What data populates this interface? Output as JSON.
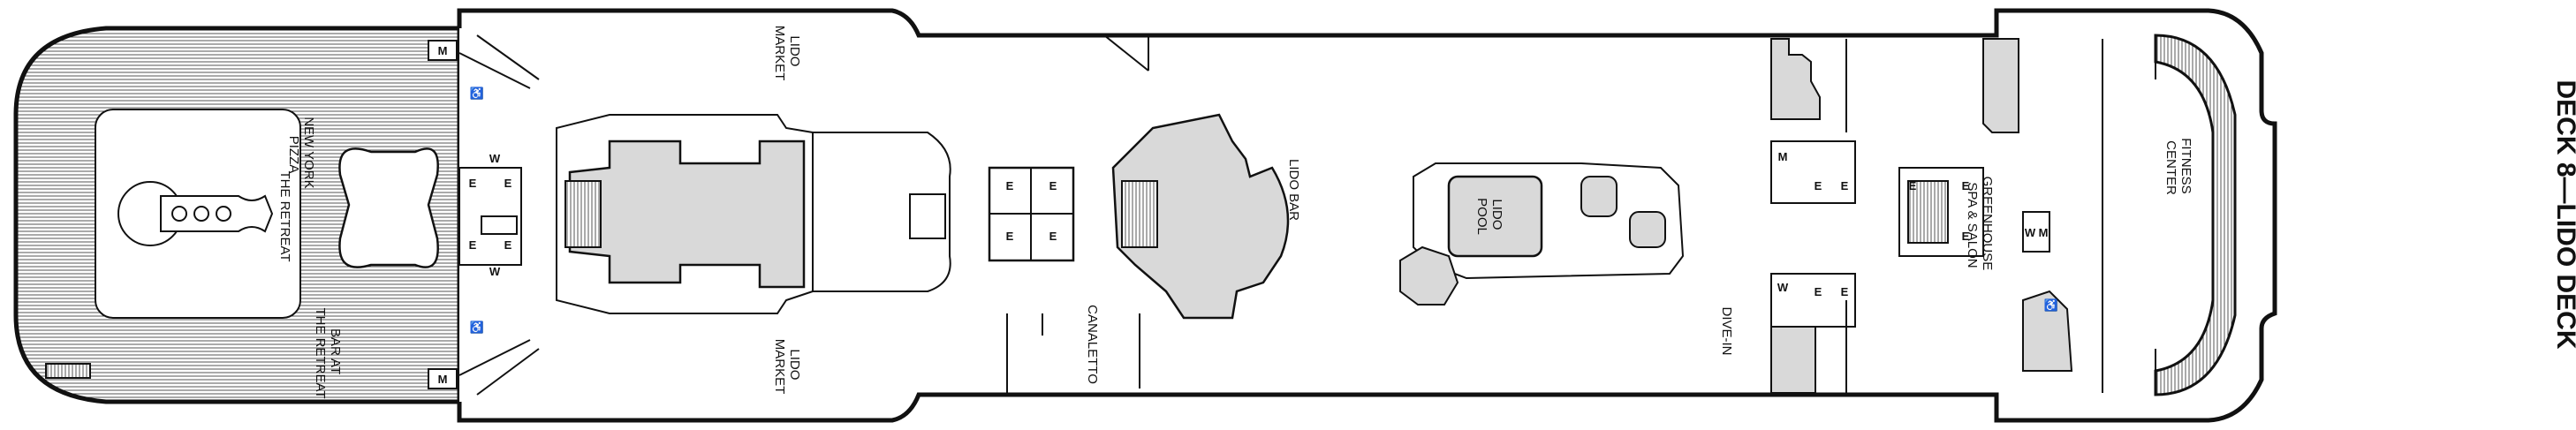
{
  "deck_title": "DECK 8—LIDO DECK",
  "labels": {
    "new_york_pizza": [
      "NEW YORK",
      "PIZZA"
    ],
    "the_retreat": "THE RETREAT",
    "bar_at_the_retreat": [
      "BAR AT",
      "THE RETREAT"
    ],
    "lido_market_top": [
      "LIDO",
      "MARKET"
    ],
    "lido_market_bottom": [
      "LIDO",
      "MARKET"
    ],
    "canaletto": "CANALETTO",
    "lido_bar": "LIDO BAR",
    "lido_pool": [
      "LIDO",
      "POOL"
    ],
    "dive_in": "DIVE-IN",
    "greenhouse_spa": [
      "GREENHOUSE",
      "SPA & SALON"
    ],
    "fitness_center": [
      "FITNESS",
      "CENTER"
    ]
  },
  "symbols": {
    "elevator": "E",
    "womens_restroom": "W",
    "mens_restroom": "M",
    "accessible": "♿"
  },
  "colors": {
    "outline": "#111111",
    "venue_fill": "#d9d9d9",
    "deck_fill": "#f0f0f0",
    "background": "#ffffff"
  }
}
